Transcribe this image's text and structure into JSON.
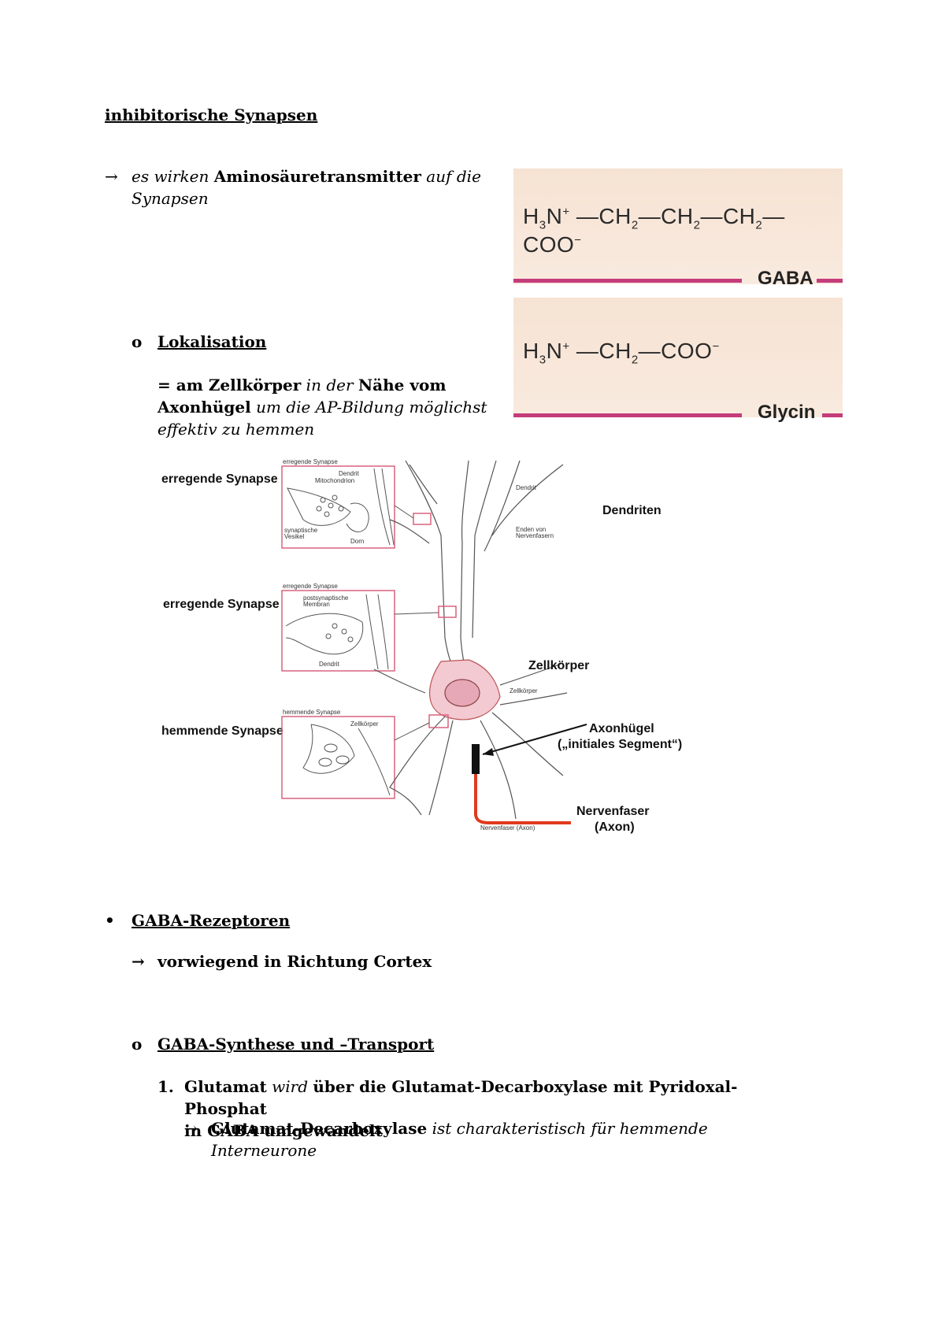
{
  "title": "inhibitorische Synapsen",
  "intro": {
    "arrow": "→",
    "part1": "es wirken ",
    "part2": "Aminosäuretransmitter",
    "part3": " auf die",
    "line2": "Synapsen"
  },
  "chem": {
    "gaba": {
      "label": "GABA",
      "h": "H",
      "h_sub": "3",
      "n": "N",
      "n_sup": "+",
      "rest1": " —CH",
      "sub1": "2",
      "rest2": "—CH",
      "sub2": "2",
      "rest3": "—CH",
      "sub3": "2",
      "rest4": "—COO",
      "sup_end": "−"
    },
    "glycin": {
      "label": "Glycin",
      "h": "H",
      "h_sub": "3",
      "n": "N",
      "n_sup": "+",
      "rest1": " —CH",
      "sub1": "2",
      "rest4": "—COO",
      "sup_end": "−"
    }
  },
  "lokalisation": {
    "bullet": "o",
    "heading": "Lokalisation",
    "eq": "= ",
    "b1": "am Zellkörper",
    "i1": " in der ",
    "b2": "Nähe vom",
    "b3": "Axonhügel",
    "i2": " um die AP-Bildung möglichst",
    "i3": "effektiv zu hemmen"
  },
  "diagram": {
    "labels": {
      "erregende1": "erregende Synapse",
      "erregende2": "erregende Synapse",
      "hemmende": "hemmende Synapse",
      "dendriten": "Dendriten",
      "zellkoerper": "Zellkörper",
      "axonhuegel1": "Axonhügel",
      "axonhuegel2": "(„initiales Segment“)",
      "nervenfaser1": "Nervenfaser",
      "nervenfaser2": "(Axon)"
    },
    "small": {
      "box1_title": "erregende Synapse",
      "dendrit": "Dendrit",
      "mitochondrion": "Mitochondrion",
      "synaptische1": "synaptische",
      "synaptische2": "Vesikel",
      "dorn": "Dorn",
      "box2_title": "erregende Synapse",
      "postsyn1": "postsynaptische",
      "postsyn2": "Membran",
      "dendrit2": "Dendrit",
      "box3_title": "hemmende Synapse",
      "zellkoerper_small": "Zellkörper",
      "dendrit_right": "Dendrit",
      "enden1": "Enden von",
      "enden2": "Nervenfasern",
      "zellkoerper_small2": "Zellkörper",
      "nervenfaser_small": "Nervenfaser (Axon)"
    },
    "axon_color": "#e03a1e",
    "highlight_color": "#d9637f"
  },
  "gaba_rezeptoren": {
    "bullet": "•",
    "heading": "GABA-Rezeptoren",
    "arrow": "→",
    "text": "vorwiegend in Richtung Cortex"
  },
  "synthese": {
    "bullet": "o",
    "heading": "GABA-Synthese und –Transport",
    "num": "1.",
    "b1": "Glutamat",
    "i1": " wird ",
    "b2": "über die Glutamat-Decarboxylase mit Pyridoxal-Phosphat",
    "b3": "in GABA umgewandelt",
    "arrow": "→",
    "b4": "Glutamat-Decarboxylase",
    "i2": " ist charakteristisch für hemmende Interneurone"
  }
}
